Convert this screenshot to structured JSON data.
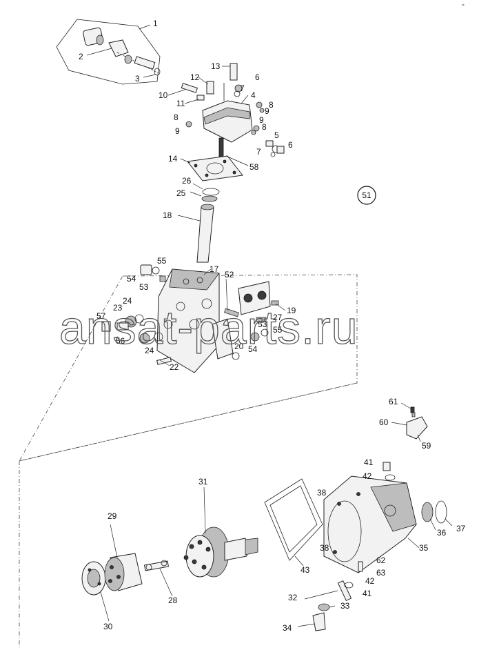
{
  "corner_mark": "-",
  "watermark": "ansat-parts.ru",
  "assembly_ref": "51",
  "callouts": [
    {
      "id": "c1",
      "text": "1"
    },
    {
      "id": "c2",
      "text": "2"
    },
    {
      "id": "c3",
      "text": "3"
    },
    {
      "id": "c4",
      "text": "4"
    },
    {
      "id": "c5",
      "text": "5"
    },
    {
      "id": "c6a",
      "text": "6"
    },
    {
      "id": "c6b",
      "text": "6"
    },
    {
      "id": "c7a",
      "text": "7"
    },
    {
      "id": "c7b",
      "text": "7"
    },
    {
      "id": "c8a",
      "text": "8"
    },
    {
      "id": "c8b",
      "text": "8"
    },
    {
      "id": "c8c",
      "text": "8"
    },
    {
      "id": "c9a",
      "text": "9"
    },
    {
      "id": "c9b",
      "text": "9"
    },
    {
      "id": "c9c",
      "text": "9"
    },
    {
      "id": "c10",
      "text": "10"
    },
    {
      "id": "c11",
      "text": "11"
    },
    {
      "id": "c12",
      "text": "12"
    },
    {
      "id": "c13",
      "text": "13"
    },
    {
      "id": "c14",
      "text": "14"
    },
    {
      "id": "c17",
      "text": "17"
    },
    {
      "id": "c18",
      "text": "18"
    },
    {
      "id": "c19",
      "text": "19"
    },
    {
      "id": "c20",
      "text": "20"
    },
    {
      "id": "c22",
      "text": "22"
    },
    {
      "id": "c23",
      "text": "23"
    },
    {
      "id": "c24a",
      "text": "24"
    },
    {
      "id": "c24b",
      "text": "24"
    },
    {
      "id": "c25",
      "text": "25"
    },
    {
      "id": "c26",
      "text": "26"
    },
    {
      "id": "c27",
      "text": "27"
    },
    {
      "id": "c28",
      "text": "28"
    },
    {
      "id": "c29",
      "text": "29"
    },
    {
      "id": "c30",
      "text": "30"
    },
    {
      "id": "c31",
      "text": "31"
    },
    {
      "id": "c32",
      "text": "32"
    },
    {
      "id": "c33",
      "text": "33"
    },
    {
      "id": "c34",
      "text": "34"
    },
    {
      "id": "c35",
      "text": "35"
    },
    {
      "id": "c36",
      "text": "36"
    },
    {
      "id": "c37",
      "text": "37"
    },
    {
      "id": "c38a",
      "text": "38"
    },
    {
      "id": "c38b",
      "text": "38"
    },
    {
      "id": "c41a",
      "text": "41"
    },
    {
      "id": "c41b",
      "text": "41"
    },
    {
      "id": "c42a",
      "text": "42"
    },
    {
      "id": "c42b",
      "text": "42"
    },
    {
      "id": "c43",
      "text": "43"
    },
    {
      "id": "c52",
      "text": "52"
    },
    {
      "id": "c53a",
      "text": "53"
    },
    {
      "id": "c53b",
      "text": "53"
    },
    {
      "id": "c54a",
      "text": "54"
    },
    {
      "id": "c54b",
      "text": "54"
    },
    {
      "id": "c55a",
      "text": "55"
    },
    {
      "id": "c55b",
      "text": "55"
    },
    {
      "id": "c56",
      "text": "56"
    },
    {
      "id": "c57",
      "text": "57"
    },
    {
      "id": "c58",
      "text": "58"
    },
    {
      "id": "c59",
      "text": "59"
    },
    {
      "id": "c60",
      "text": "60"
    },
    {
      "id": "c61",
      "text": "61"
    },
    {
      "id": "c62",
      "text": "62"
    },
    {
      "id": "c63",
      "text": "63"
    }
  ]
}
